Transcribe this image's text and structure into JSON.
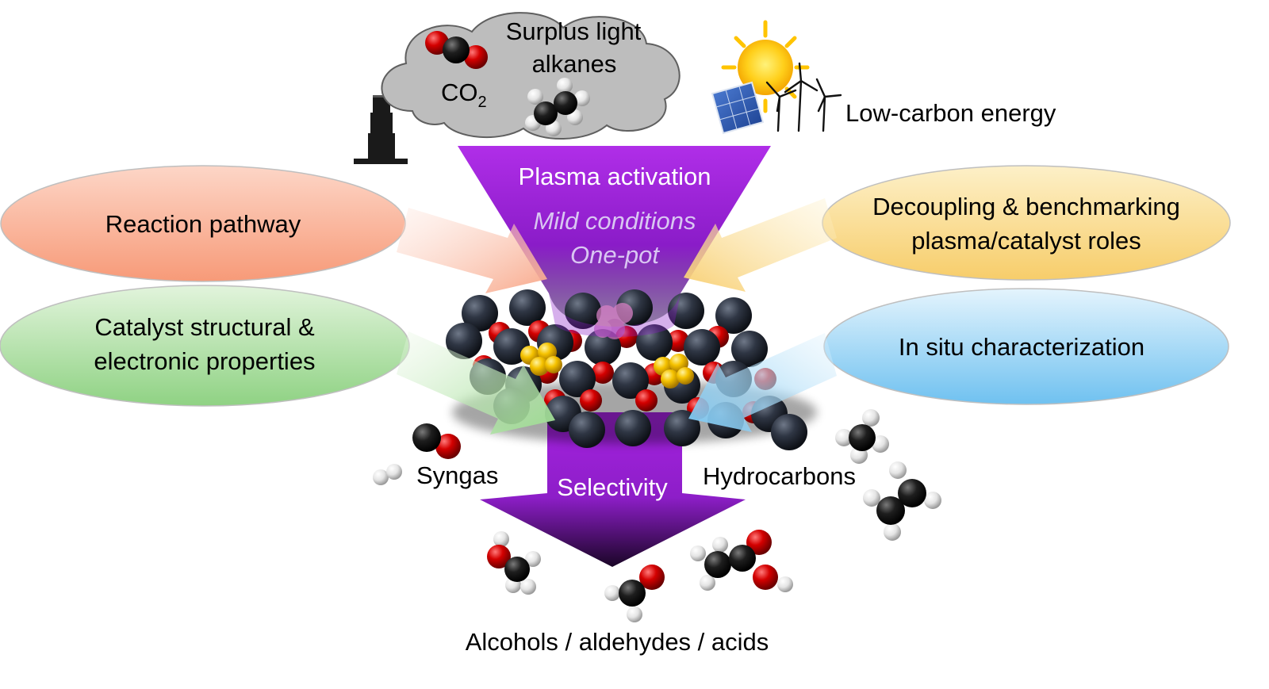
{
  "sources": {
    "cloud_line1": "Surplus light",
    "cloud_line2": "alkanes",
    "co2_label": "CO",
    "co2_subscript": "2",
    "energy_label": "Low-carbon energy"
  },
  "funnel": {
    "top_title": "Plasma activation",
    "condition_1": "Mild conditions",
    "condition_2": "One-pot",
    "bottom_title": "Selectivity"
  },
  "topics": {
    "reaction_pathway": "Reaction pathway",
    "catalyst_line1": "Catalyst structural &",
    "catalyst_line2": "electronic properties",
    "decoupling_line1": "Decoupling & benchmarking",
    "decoupling_line2": "plasma/catalyst roles",
    "in_situ": "In situ characterization"
  },
  "products": {
    "syngas": "Syngas",
    "hydrocarbons": "Hydrocarbons",
    "oxygenates": "Alcohols / aldehydes / acids"
  },
  "colors": {
    "funnel_purple": "#9b1fd9",
    "reaction_pathway_fill": "#f9a98d",
    "catalyst_fill": "#a9dca0",
    "decoupling_fill": "#f8d98a",
    "in_situ_fill": "#8dcdf3",
    "carbon_atom": "#1b1b1b",
    "oxygen_atom": "#d40000",
    "hydrogen_atom": "#e6e6e6",
    "catalyst_sphere": "#3b4250",
    "active_site": "#f5c200"
  }
}
